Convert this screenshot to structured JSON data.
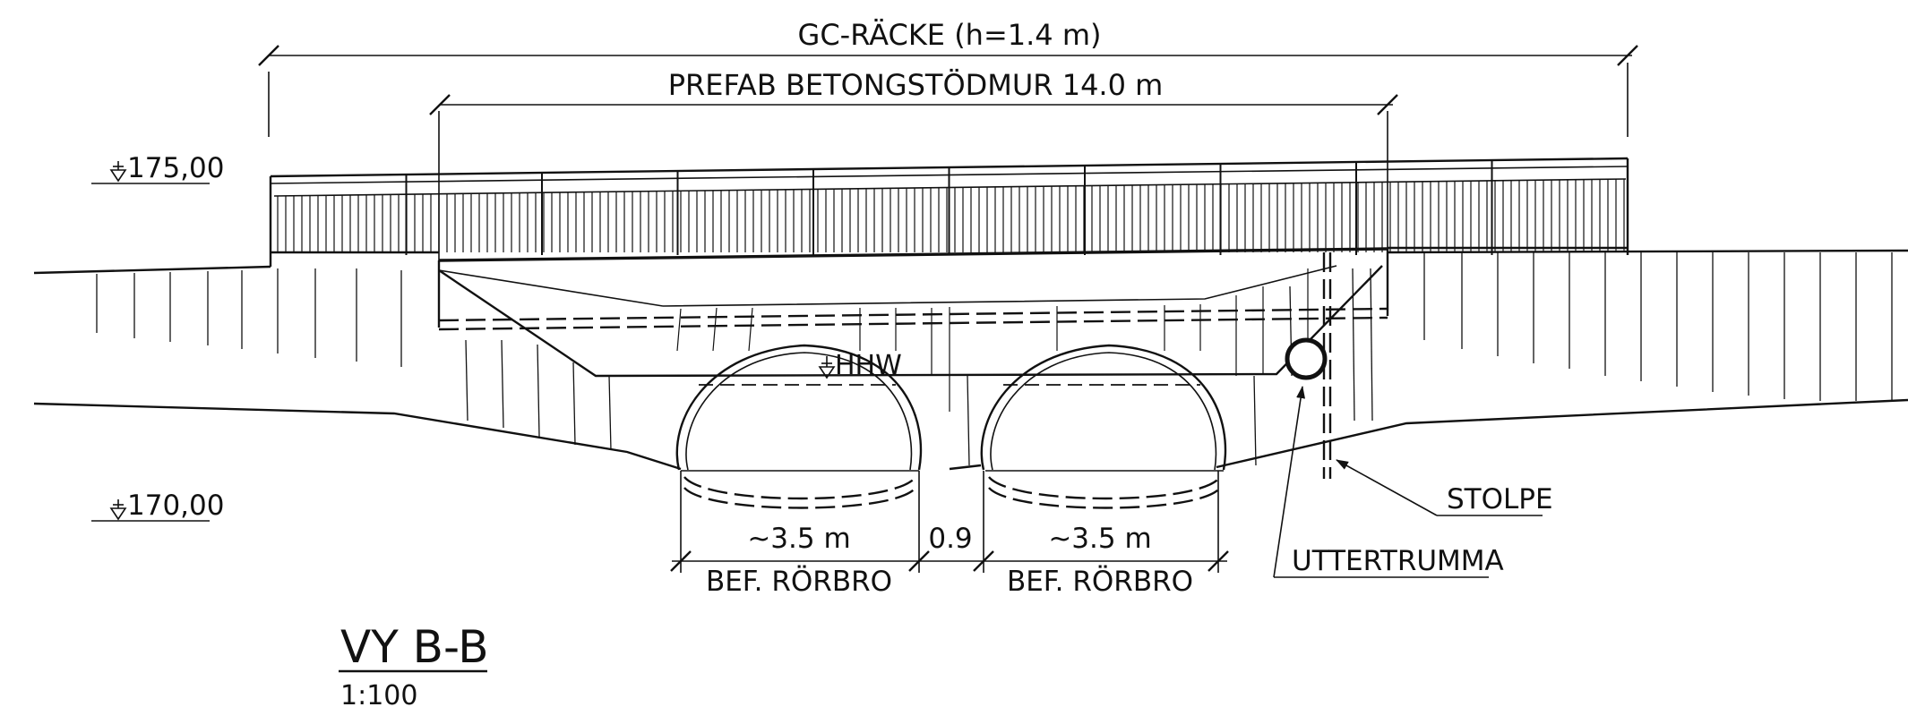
{
  "dimensions": {
    "railing_span": "GC-RÄCKE (h=1.4 m)",
    "wall_span": "PREFAB BETONGSTÖDMUR 14.0 m",
    "culvert_left_width": "~3.5 m",
    "culvert_gap": "0.9",
    "culvert_right_width": "~3.5 m"
  },
  "levels": {
    "upper": "175,00",
    "lower": "170,00",
    "water": "HHW"
  },
  "labels": {
    "culvert_left": "BEF. RÖRBRO",
    "culvert_right": "BEF. RÖRBRO",
    "post": "STOLPE",
    "otter_pipe": "UTTERTRUMMA"
  },
  "view": {
    "title": "VY B-B",
    "scale": "1:100"
  }
}
